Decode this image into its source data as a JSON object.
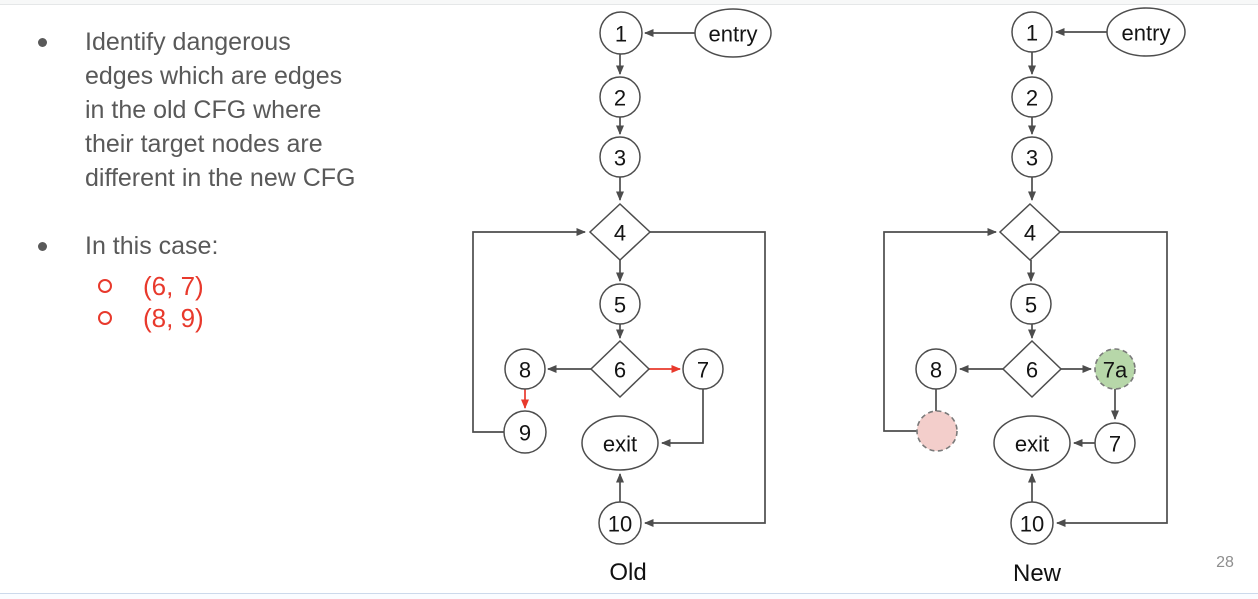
{
  "colors": {
    "text-gray": "#595959",
    "accent-red": "#e8392c",
    "node-stroke": "#4d4d4d",
    "dashed-stroke": "#7a7a7a",
    "added-node-green": "#b7d7a9",
    "deleted-node-pink": "#f3cecb",
    "page-number-gray": "#8e8e8e"
  },
  "bullets": {
    "b1_lines": [
      "Identify dangerous",
      "edges which are edges",
      "in the old CFG where",
      "their target nodes are",
      "different in the new CFG"
    ],
    "b2": "In this case:",
    "b2_sub": [
      "(6, 7)",
      "(8, 9)"
    ]
  },
  "page_number": "28",
  "graphs": {
    "old": {
      "caption": "Old",
      "nodes": {
        "entry": "entry",
        "n1": "1",
        "n2": "2",
        "n3": "3",
        "n4": "4",
        "n5": "5",
        "n6": "6",
        "n7": "7",
        "n8": "8",
        "n9": "9",
        "n10": "10",
        "exit": "exit"
      },
      "red_edges": [
        "(6, 7)",
        "(8, 9)"
      ]
    },
    "new": {
      "caption": "New",
      "nodes": {
        "entry": "entry",
        "n1": "1",
        "n2": "2",
        "n3": "3",
        "n4": "4",
        "n5": "5",
        "n6": "6",
        "n7a": "7a",
        "n7": "7",
        "n8": "8",
        "n10": "10",
        "exit": "exit",
        "deleted_placeholder": ""
      }
    }
  }
}
